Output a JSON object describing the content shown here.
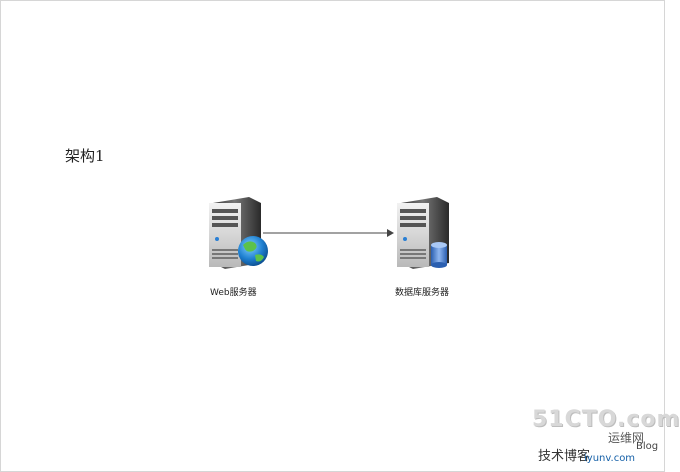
{
  "diagram": {
    "title": "架构1",
    "nodes": [
      {
        "id": "web",
        "label": "Web服务器",
        "icon": "web-server-globe-icon"
      },
      {
        "id": "db",
        "label": "数据库服务器",
        "icon": "database-server-icon"
      }
    ],
    "edges": [
      {
        "from": "web",
        "to": "db",
        "style": "arrow"
      }
    ]
  },
  "watermark": {
    "main": "51CTO.com",
    "line1": "运维网",
    "line2": "技术博客",
    "site": "iyunv.com",
    "blog": "Blog"
  }
}
